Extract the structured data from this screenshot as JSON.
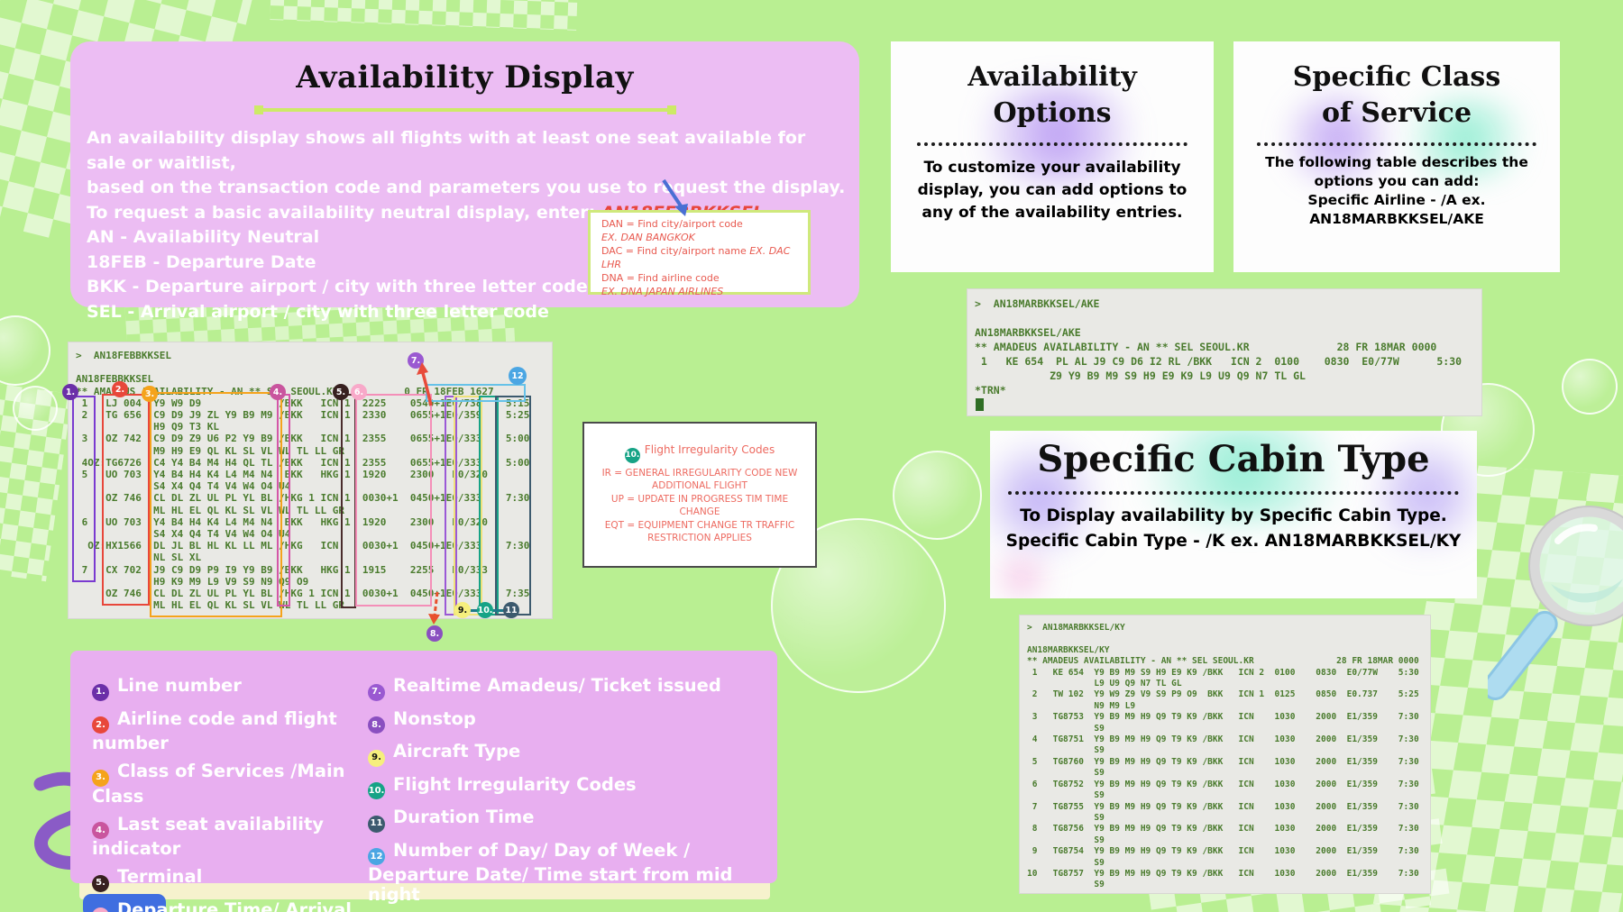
{
  "colors": {
    "page_bg": "#b9ef92",
    "card_purple": "#ecbdf3",
    "legend_purple": "#e8aff0",
    "terminal_bg": "#e9e9e5",
    "terminal_text": "#4a7b2d",
    "red_accent": "#e8453c",
    "blue_arrow": "#4a6fd4",
    "divider_green": "#cdea67",
    "dan_border": "#cfe97c",
    "header_box_cyan": "#66c2e8"
  },
  "availability_display": {
    "title": "Availability Display",
    "intro_line1": "An availability display shows all flights with at least one seat available for sale or waitlist,",
    "intro_line2": "based on the transaction code and parameters you use to request the display.",
    "request_prefix": "To request a basic availability neutral display, enter: ",
    "request_command": "AN18FEBBKKSEL",
    "breakdown": [
      "AN - Availability Neutral",
      "18FEB - Departure Date",
      "BKK - Departure airport / city with three letter code",
      "SEL - Arrival airport / city with three letter code"
    ]
  },
  "dan_box": {
    "lines": [
      {
        "pre": "DAN = Find city/airport code",
        "em": ""
      },
      {
        "pre": "",
        "em": "EX. DAN BANGKOK"
      },
      {
        "pre": "DAC = Find city/airport name ",
        "em": "EX. DAC LHR"
      },
      {
        "pre": "DNA = Find airline code",
        "em": ""
      },
      {
        "pre": "",
        "em": "EX. DNA JAPAN AIRLINES"
      }
    ]
  },
  "annotations": {
    "items": [
      {
        "num": "1.",
        "label": "Line number",
        "color": "#6b2fa8"
      },
      {
        "num": "2.",
        "label": "Airline code and flight number",
        "color": "#e8473b"
      },
      {
        "num": "3.",
        "label": "Class of Services /Main Class",
        "color": "#f5a31c"
      },
      {
        "num": "4.",
        "label": "Last seat availability indicator",
        "color": "#c9559e"
      },
      {
        "num": "5.",
        "label": "Terminal",
        "color": "#37201f"
      },
      {
        "num": "6.",
        "label": "Departure Time/ Arrival Time",
        "color": "#f8a9c9"
      },
      {
        "num": "7.",
        "label": "Realtime Amadeus/ Ticket issued",
        "color": "#9a59d1"
      },
      {
        "num": "8.",
        "label": "Nonstop",
        "color": "#8a4fc0"
      },
      {
        "num": "9.",
        "label": "Aircraft Type",
        "color": "#f6ef7d",
        "text": "#111111"
      },
      {
        "num": "10.",
        "label": "Flight Irregularity Codes",
        "color": "#16a386"
      },
      {
        "num": "11",
        "label": "Duration Time",
        "color": "#3c5a6e"
      },
      {
        "num": "12",
        "label": "Number of Day/ Day of Week / Departure Date/ Time start from mid night",
        "color": "#4ba6e3"
      }
    ]
  },
  "terminal1": {
    "lines": [
      ">  AN18FEBBKKSEL",
      "",
      "AN18FEBBKKSEL",
      "** AMADEUS AVAILABILITY - AN ** SEL SEOUL.KR           0 FR 18FEB 1627",
      " 1   LJ 004  Y9 W9 D9             /BKK   ICN 1  2225    0540+1E0/738    5:15",
      " 2   TG 656  C9 D9 J9 ZL Y9 B9 M9 /BKK   ICN 1  2330    0655+1E0/359    5:25",
      "             H9 Q9 T3 KL",
      " 3   OZ 742  C9 D9 Z9 U6 P2 Y9 B9 /BKK   ICN 1  2355    0655+1E0/333    5:00",
      "             M9 H9 E9 QL KL SL VL WL TL LL GR",
      " 4OZ:TG6726  C4 Y4 B4 M4 H4 QL TL /BKK   ICN 1  2355    0655+1E0/333    5:00",
      " 5   UO 703  Y4 B4 H4 K4 L4 M4 N4  BKK   HKG 1  1920    2300   E0/320",
      "             S4 X4 Q4 T4 V4 W4 O4 U4",
      "     OZ 746  CL DL ZL UL PL YL BL /HKG 1 ICN 1  0030+1  0450+1E0/333    7:30",
      "             ML HL EL QL KL SL VL WL TL LL GR",
      " 6   UO 703  Y4 B4 H4 K4 L4 M4 N4  BKK   HKG 1  1920    2300   E0/320",
      "             S4 X4 Q4 T4 V4 W4 O4 U4",
      "  OZ:HX1566  DL JL BL HL KL LL ML /HKG   ICN    0030+1  0450+1E0/333    7:30",
      "             NL SL XL",
      " 7   CX 702  J9 C9 D9 P9 I9 Y9 B9 /BKK   HKG 1  1915    2255   E0/333",
      "             H9 K9 M9 L9 V9 S9 N9 Q9 O9",
      "     OZ 746  CL DL ZL UL PL YL BL /HKG 1 ICN 1  0030+1  0450+1E0/333    7:35",
      "             ML HL EL QL KL SL VL WL TL LL GR"
    ]
  },
  "fic_box": {
    "title": "Flight Irregularity Codes",
    "lines": [
      "IR = GENERAL IRREGULARITY CODE NEW",
      "ADDITIONAL FLIGHT",
      "UP = UPDATE IN PROGRESS TIM TIME",
      "CHANGE",
      "EQT = EQUIPMENT CHANGE TR TRAFFIC",
      "RESTRICTION APPLIES"
    ]
  },
  "options_card": {
    "title_line1": "Availability",
    "title_line2": "Options",
    "body_lines": [
      "To customize your availability",
      "display, you can add options to",
      "any of the availability entries."
    ]
  },
  "class_card": {
    "title_line1": "Specific Class",
    "title_line2": "of Service",
    "body_lines": [
      "The following table describes the",
      "options you can add:",
      "Specific Airline - /A ex.",
      "AN18MARBKKSEL/AKE"
    ]
  },
  "terminal2": {
    "lines": [
      ">  AN18MARBKKSEL/AKE",
      "",
      "AN18MARBKKSEL/AKE",
      "** AMADEUS AVAILABILITY - AN ** SEL SEOUL.KR              28 FR 18MAR 0000",
      " 1   KE 654  PL AL J9 C9 D6 I2 RL /BKK   ICN 2  0100    0830  E0/77W      5:30",
      "            Z9 Y9 B9 M9 S9 H9 E9 K9 L9 U9 Q9 N7 TL GL",
      "*TRN*"
    ]
  },
  "cabin_section": {
    "title": "Specific Cabin Type",
    "body_lines": [
      "To Display availability by Specific Cabin Type.",
      "Specific Cabin Type - /K ex. AN18MARBKKSEL/KY"
    ]
  },
  "terminal3": {
    "lines": [
      ">  AN18MARBKKSEL/KY",
      "",
      "AN18MARBKKSEL/KY",
      "** AMADEUS AVAILABILITY - AN ** SEL SEOUL.KR                28 FR 18MAR 0000",
      " 1   KE 654  Y9 B9 M9 S9 H9 E9 K9 /BKK   ICN 2  0100    0830  E0/77W    5:30",
      "             L9 U9 Q9 N7 TL GL",
      " 2   TW 102  Y9 W9 Z9 V9 S9 P9 O9  BKK   ICN 1  0125    0850  E0.737    5:25",
      "             N9 M9 L9",
      " 3   TG8753  Y9 B9 M9 H9 Q9 T9 K9 /BKK   ICN    1030    2000  E1/359    7:30",
      "             S9",
      " 4   TG8751  Y9 B9 M9 H9 Q9 T9 K9 /BKK   ICN    1030    2000  E1/359    7:30",
      "             S9",
      " 5   TG8760  Y9 B9 M9 H9 Q9 T9 K9 /BKK   ICN    1030    2000  E1/359    7:30",
      "             S9",
      " 6   TG8752  Y9 B9 M9 H9 Q9 T9 K9 /BKK   ICN    1030    2000  E1/359    7:30",
      "             S9",
      " 7   TG8755  Y9 B9 M9 H9 Q9 T9 K9 /BKK   ICN    1030    2000  E1/359    7:30",
      "             S9",
      " 8   TG8756  Y9 B9 M9 H9 Q9 T9 K9 /BKK   ICN    1030    2000  E1/359    7:30",
      "             S9",
      " 9   TG8754  Y9 B9 M9 H9 Q9 T9 K9 /BKK   ICN    1030    2000  E1/359    7:30",
      "             S9",
      "10   TG8757  Y9 B9 M9 H9 Q9 T9 K9 /BKK   ICN    1030    2000  E1/359    7:30",
      "             S9"
    ]
  }
}
